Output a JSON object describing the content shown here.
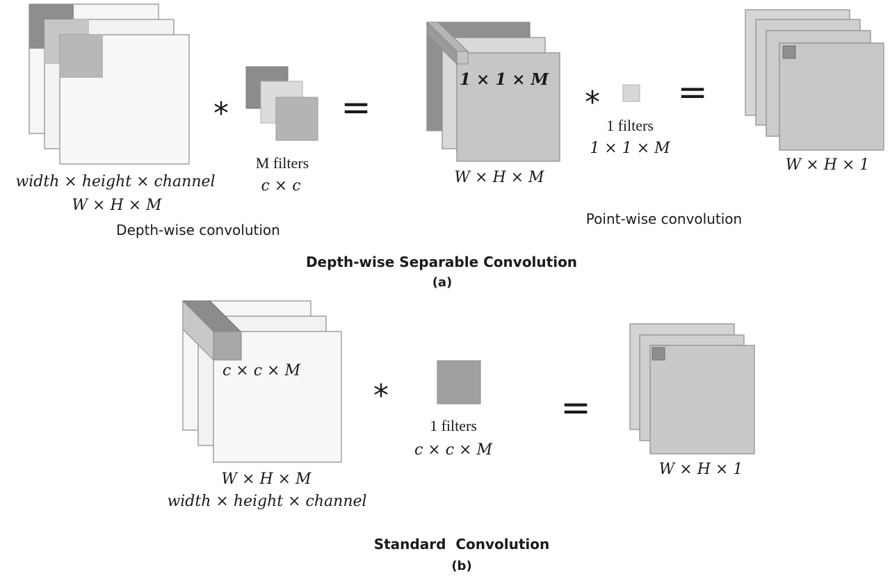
{
  "section_a": {
    "depthwise": {
      "input_dims_words": "width × height × channel",
      "input_dims_symbols": "W × H × M",
      "filters_count": "M filters",
      "filters_size": "c × c",
      "caption": "Depth-wise convolution"
    },
    "intermediate": {
      "kernel_label": "1 × 1 × M",
      "dims": "W × H × M"
    },
    "pointwise": {
      "filters_count": "1 filters",
      "filters_size": "1 × 1 × M",
      "output_dims": "W × H × 1",
      "caption": "Point-wise convolution"
    },
    "title": "Depth-wise Separable Convolution",
    "tag": "(a)"
  },
  "section_b": {
    "kernel_label": "c × c × M",
    "input_dims_symbols": "W × H × M",
    "input_dims_words": "width × height × channel",
    "filters_count": "1 filters",
    "filters_size": "c × c × M",
    "output_dims": "W × H × 1",
    "title": "Standard  Convolution",
    "tag": "(b)"
  },
  "operators": {
    "convolve": "*",
    "equals": "="
  },
  "colors": {
    "sheet_white": "#f7f7f7",
    "sheet_light": "#efefef",
    "sheet_gray": "#cfcfcf",
    "kernel_dark": "#8c8c8c",
    "kernel_mid": "#b4b4b4",
    "kernel_light": "#dcdcdc"
  }
}
